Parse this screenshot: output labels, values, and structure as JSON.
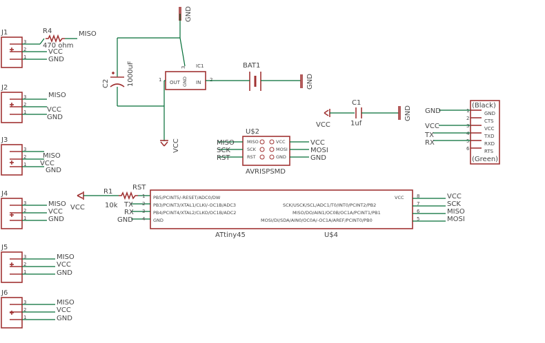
{
  "colors": {
    "wire": "#006c34",
    "part": "#a03232",
    "text": "#444444",
    "background": "#ffffff"
  },
  "connectors": [
    {
      "name": "J1",
      "pins": [
        "3",
        "2",
        "1"
      ],
      "nets": [
        "",
        "VCC",
        "GND"
      ]
    },
    {
      "name": "J2",
      "pins": [
        "3",
        "2",
        "1"
      ],
      "nets": [
        "MISO",
        "VCC",
        "GND"
      ]
    },
    {
      "name": "J3",
      "pins": [
        "3",
        "2",
        "1"
      ],
      "nets": [
        "MISO",
        "VCC",
        "GND"
      ]
    },
    {
      "name": "J4",
      "pins": [
        "3",
        "2",
        "1"
      ],
      "nets": [
        "MISO",
        "VCC",
        "GND"
      ]
    },
    {
      "name": "J5",
      "pins": [
        "3",
        "2",
        "1"
      ],
      "nets": [
        "MISO",
        "VCC",
        "GND"
      ]
    },
    {
      "name": "J6",
      "pins": [
        "3",
        "2",
        "1"
      ],
      "nets": [
        "MISO",
        "VCC",
        "GND"
      ]
    }
  ],
  "r4": {
    "name": "R4",
    "value": "470 ohm",
    "net": "MISO"
  },
  "r1": {
    "name": "R1",
    "value": "10k",
    "net": "RST"
  },
  "c2": {
    "name": "C2",
    "value": "1000uF"
  },
  "c1": {
    "name": "C1",
    "value": "1uf"
  },
  "ic1": {
    "name": "IC1",
    "pin_out": "OUT",
    "pin_gnd": "GND",
    "pin_in": "IN",
    "n1": "1",
    "n2": "2",
    "n3": "3"
  },
  "bat": {
    "name": "BAT1"
  },
  "gnd": "GND",
  "vcc": "VCC",
  "isp": {
    "name": "U$2",
    "value": "AVRISPSMD",
    "left_nets": [
      "MISO",
      "SCK",
      "RST"
    ],
    "right_nets": [
      "VCC",
      "MOSI",
      "GND"
    ],
    "left_pins": [
      "MISO",
      "SCK",
      "RST"
    ],
    "right_pins": [
      "VCC",
      "MOSI",
      "GND"
    ]
  },
  "ftdi": {
    "top_label": "(Black)",
    "bottom_label": "(Green)",
    "pins": [
      "GND",
      "CTS",
      "VCC",
      "TXD",
      "RXD",
      "RTS"
    ],
    "numbers": [
      "1",
      "2",
      "3",
      "4",
      "5",
      "6"
    ],
    "nets": [
      "GND",
      "",
      "VCC",
      "TX",
      "RX",
      ""
    ]
  },
  "attiny": {
    "name": "U$4",
    "value": "ATtiny45",
    "left_pins": [
      "PB5/PCINT5/-RESET/ADC0/DW",
      "PB3/PCINT3/XTAL1/CLKI/-OC1B/ADC3",
      "PB4/PCINT4/XTAL2/CLKO/OC1B/ADC2",
      "GND"
    ],
    "left_numbers": [
      "1",
      "2",
      "3",
      "4"
    ],
    "left_nets": [
      "",
      "TX",
      "RX",
      "GND"
    ],
    "right_pins": [
      "VCC",
      "SCK/USCK/SCL/ADC1/T0/INT0/PCINT2/PB2",
      "MISO/DO/AIN1/OC0B/OC1A/PCINT1/PB1",
      "MOSI/DI/SDA/AIN0/OC0A/-OC1A/AREF/PCINT0/PB0"
    ],
    "right_numbers": [
      "8",
      "7",
      "6",
      "5"
    ],
    "right_nets": [
      "VCC",
      "SCK",
      "MISO",
      "MOSI"
    ]
  }
}
